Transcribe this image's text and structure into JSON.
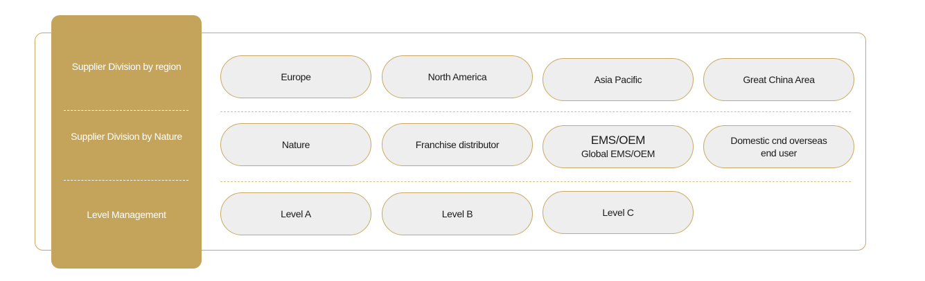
{
  "categories": [
    {
      "label": "Supplier Division by region"
    },
    {
      "label": "Supplier Division by Nature"
    },
    {
      "label": "Level Management"
    }
  ],
  "rows": [
    {
      "items": [
        {
          "lines": [
            "Europe"
          ]
        },
        {
          "lines": [
            "North America"
          ]
        },
        {
          "lines": [
            "Asia Pacific"
          ]
        },
        {
          "lines": [
            "Great China Area"
          ]
        }
      ]
    },
    {
      "items": [
        {
          "lines": [
            "Nature"
          ]
        },
        {
          "lines": [
            "Franchise distributor"
          ]
        },
        {
          "lines": [
            "EMS/OEM",
            "Global EMS/OEM"
          ]
        },
        {
          "lines": [
            "Domestic cnd overseas",
            "end user"
          ]
        }
      ]
    },
    {
      "items": [
        {
          "lines": [
            "Level A"
          ]
        },
        {
          "lines": [
            "Level B"
          ]
        },
        {
          "lines": [
            "Level C"
          ]
        }
      ]
    }
  ],
  "colors": {
    "gold": "#c4a35a",
    "border": "#c9a961",
    "pill_fill": "#eeeeee"
  }
}
